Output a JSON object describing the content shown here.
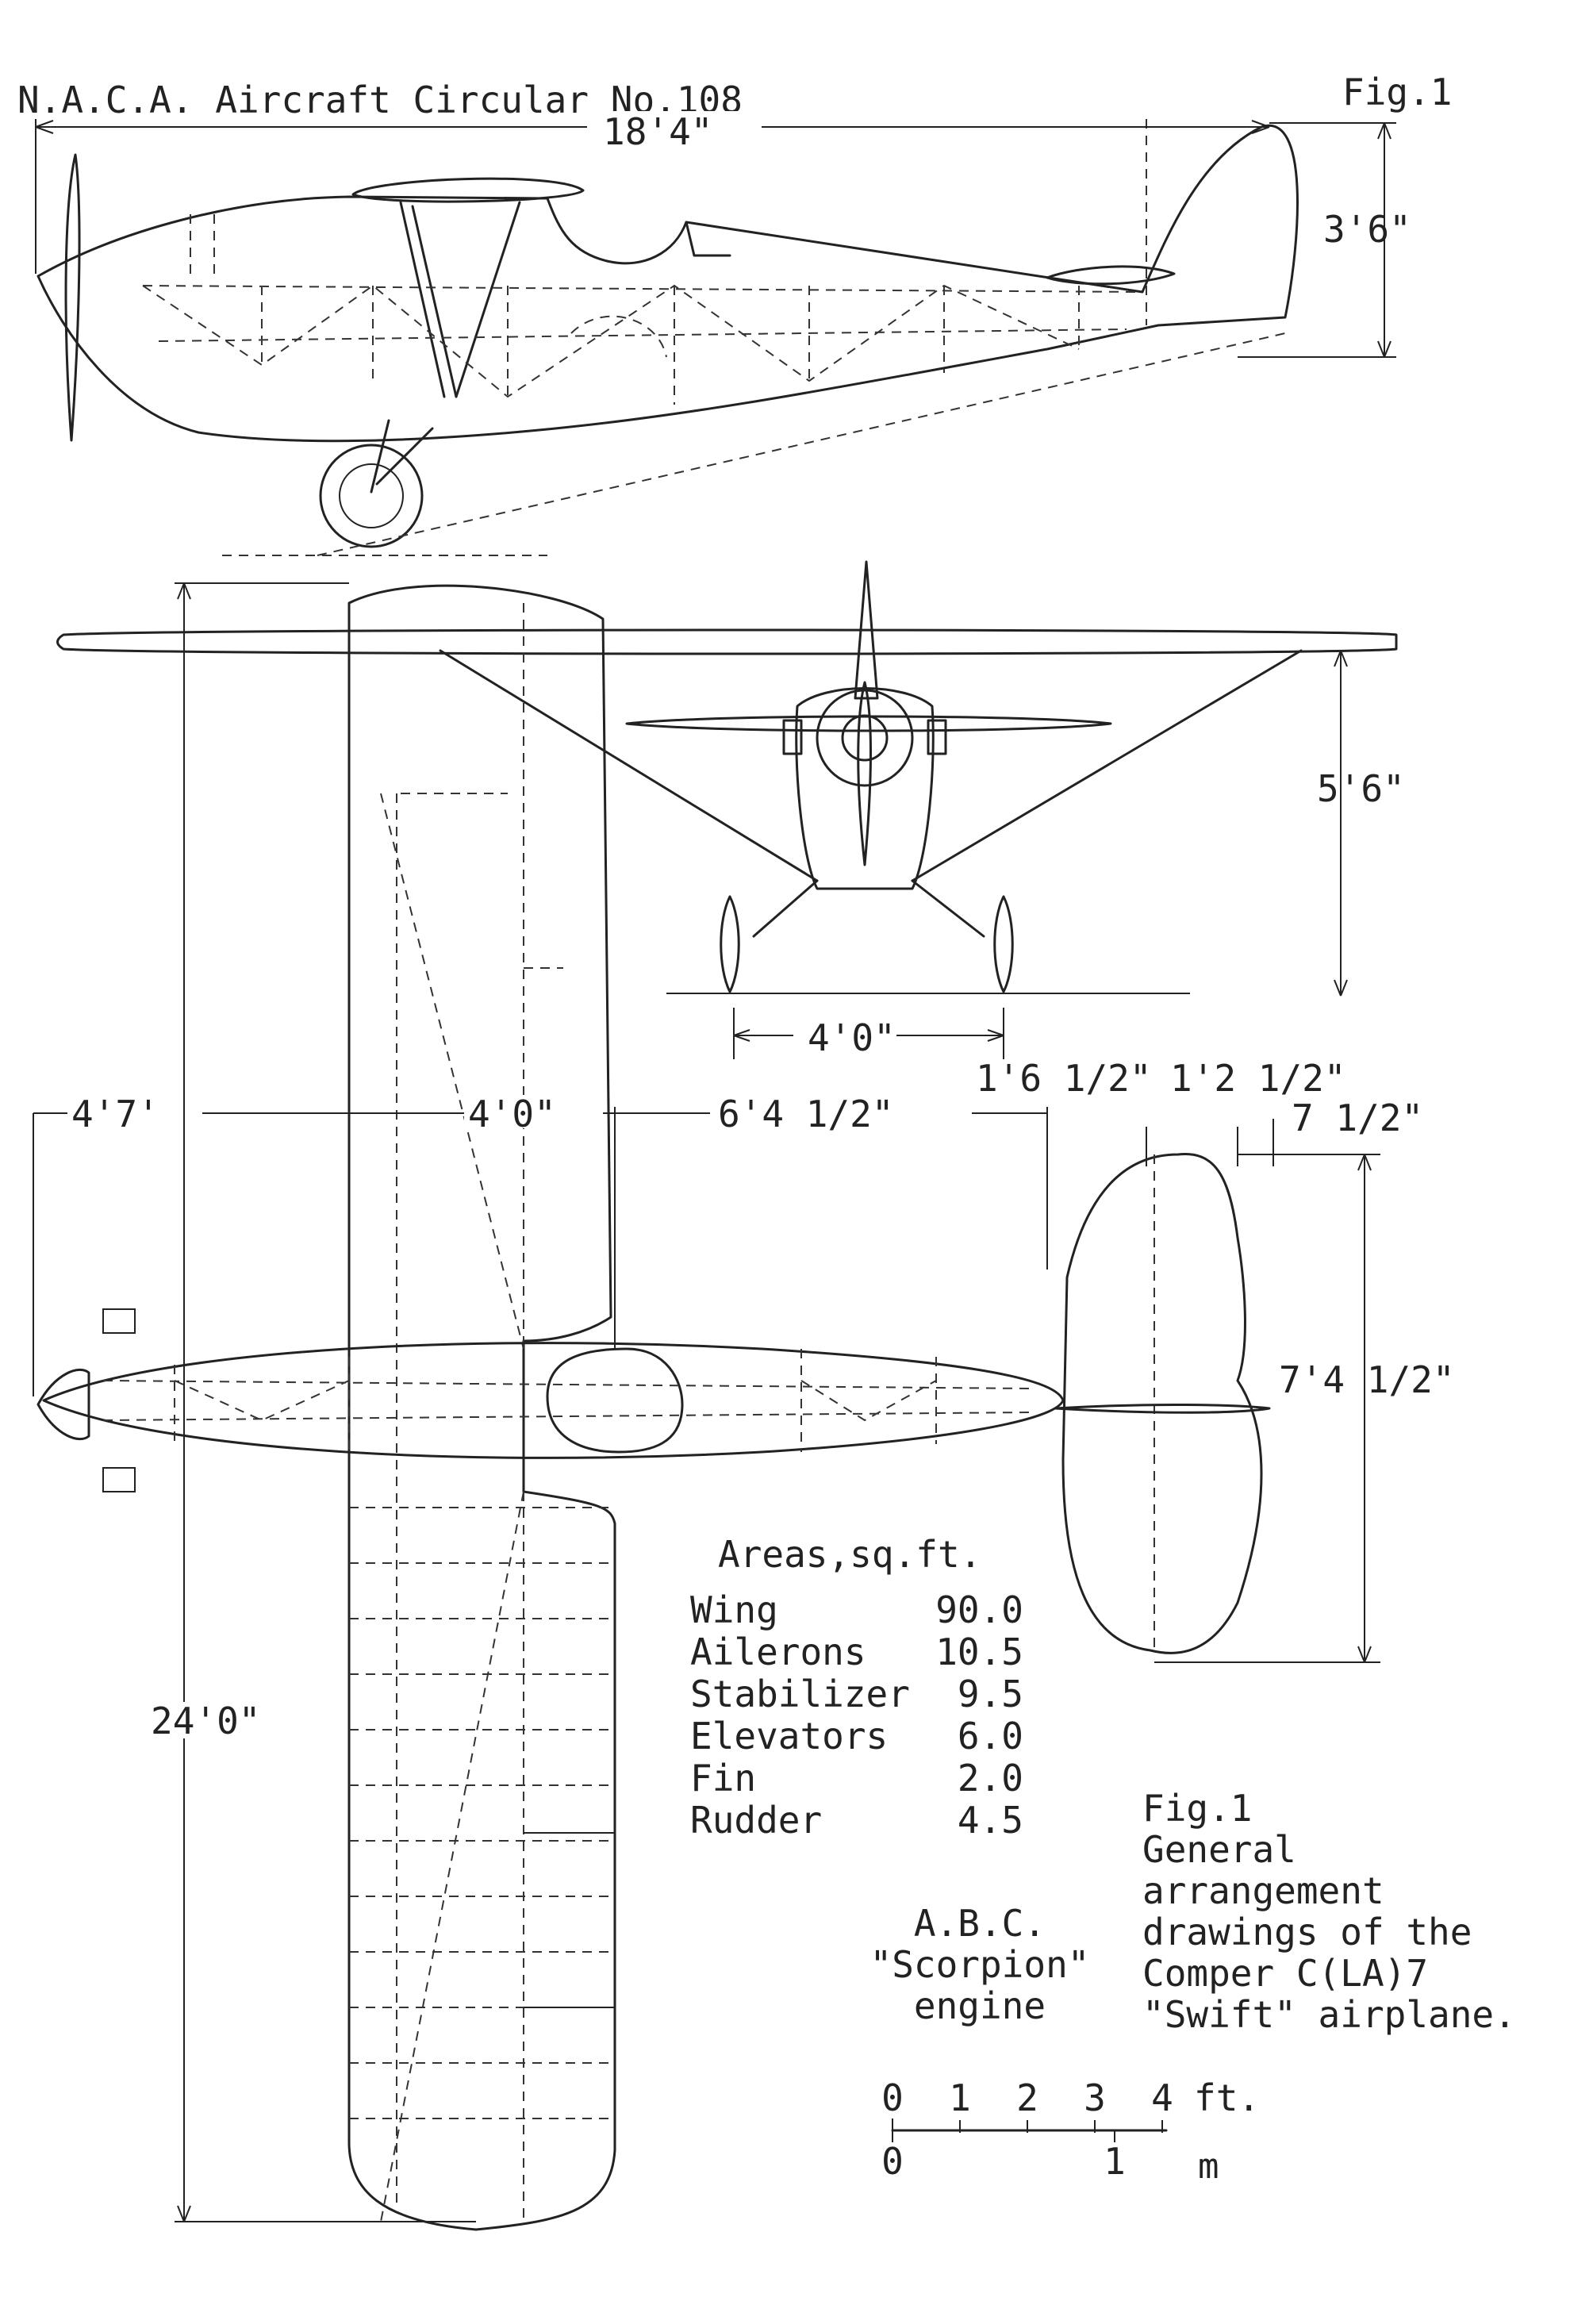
{
  "header": {
    "circular": "N.A.C.A. Aircraft Circular No.108",
    "fig_ref": "Fig.1"
  },
  "dimensions": {
    "overall_length": "18'4\"",
    "overall_height": "3'6\"",
    "height_front": "5'6\"",
    "track": "4'0\"",
    "nose_to_wing": "4'7'",
    "wing_chord": "4'0\"",
    "wing_to_tail": "6'4 1/2\"",
    "tail_a": "1'6 1/2\"",
    "tail_b": "1'2 1/2\"",
    "tail_c": "7 1/2\"",
    "tail_span": "7'4 1/2\"",
    "span": "24'0\""
  },
  "areas": {
    "title": "Areas,sq.ft.",
    "rows": [
      {
        "label": "Wing",
        "value": "90.0"
      },
      {
        "label": "Ailerons",
        "value": "10.5"
      },
      {
        "label": "Stabilizer",
        "value": "9.5"
      },
      {
        "label": "Elevators",
        "value": "6.0"
      },
      {
        "label": "Fin",
        "value": "2.0"
      },
      {
        "label": "Rudder",
        "value": "4.5"
      }
    ]
  },
  "engine_note": [
    "A.B.C.",
    "\"Scorpion\"",
    "engine"
  ],
  "caption": [
    "Fig.1",
    "General",
    "arrangement",
    "drawings of the",
    "Comper C(LA)7",
    "\"Swift\" airplane."
  ],
  "scale": {
    "ft_ticks": [
      "0",
      "1",
      "2",
      "3",
      "4"
    ],
    "ft_unit": "ft.",
    "m_ticks": [
      "0",
      "1"
    ],
    "m_unit": "m"
  }
}
